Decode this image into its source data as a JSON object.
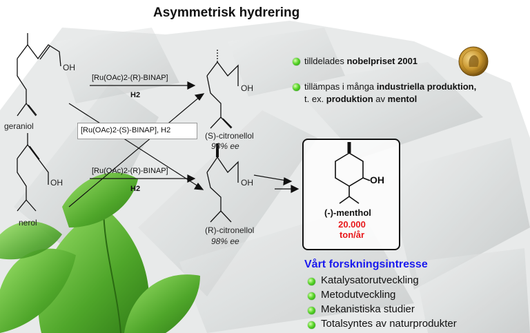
{
  "title": "Asymmetrisk hydrering",
  "colors": {
    "accent_blue": "#1a1aee",
    "production_red": "#e8181b",
    "bullet_green": "#4cc41c"
  },
  "molecules": {
    "geraniol": "geraniol",
    "nerol": "nerol",
    "oh": "OH",
    "s_citronellol": "(S)-citronellol",
    "s_ee": "98% ee",
    "r_citronellol": "(R)-citronellol",
    "r_ee": "98% ee",
    "menthol": "(-)-menthol",
    "menthol_oh": "OH"
  },
  "reagents": {
    "top": "[Ru(OAc)2-(R)-BINAP]",
    "top_h2": "H2",
    "middle": "[Ru(OAc)2-(S)-BINAP], H2",
    "bottom": "[Ru(OAc)2-(R)-BINAP]",
    "bottom_h2": "H2"
  },
  "facts": [
    {
      "pre": "tilldelades ",
      "bold": "nobelpriset 2001",
      "post": ""
    },
    {
      "line1_pre": "tillämpas i många ",
      "line1_bold": "industriella produktion,",
      "line2_pre": "t. ex. ",
      "line2_bold1": "produktion",
      "line2_mid": " av ",
      "line2_bold2": "mentol"
    }
  ],
  "production": {
    "amount": "20.000",
    "unit": "ton/år"
  },
  "research": {
    "heading": "Vårt forskningsintresse",
    "items": [
      "Katalysatorutveckling",
      "Metodutveckling",
      "Mekanistiska studier",
      "Totalsyntes av naturprodukter"
    ]
  },
  "icons": {
    "medal": "nobel-medal-icon",
    "leaf": "mint-leaf-icon",
    "crystals": "menthol-crystals-background"
  }
}
